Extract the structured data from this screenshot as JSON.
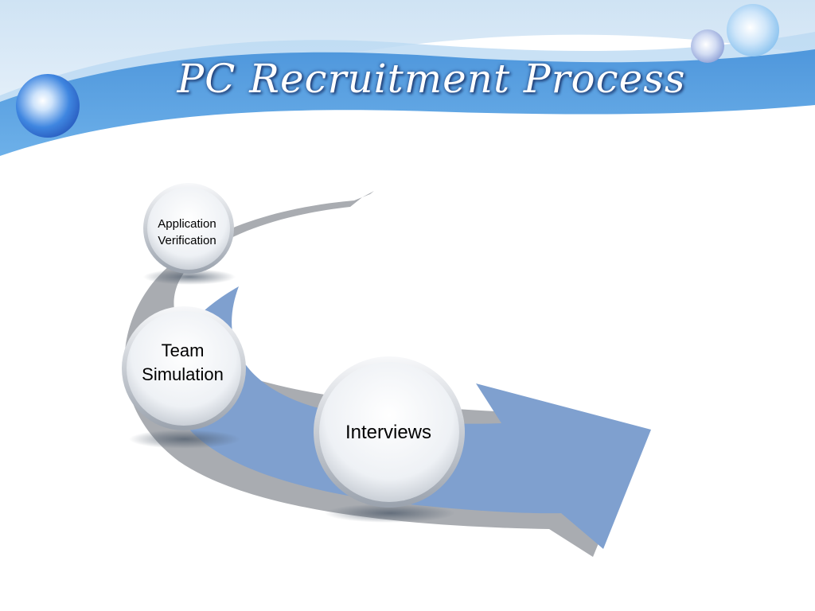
{
  "slide": {
    "title": "PC Recruitment Process"
  },
  "steps": [
    {
      "line1": "Application",
      "line2": "Verification"
    },
    {
      "line1": "Team",
      "line2": "Simulation"
    },
    {
      "line1": "Interviews",
      "line2": ""
    }
  ],
  "colors": {
    "header_band": "#62a6e3",
    "arrow_blue": "#7fa0cf",
    "arrow_gray": "#a9acb1",
    "bubble_face": "#eef1f5"
  }
}
